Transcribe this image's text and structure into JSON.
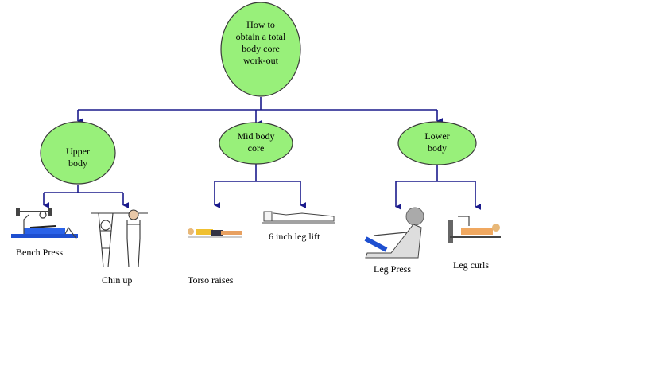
{
  "root": {
    "label": "How to obtain a total body core work-out"
  },
  "branches": [
    {
      "label": "Upper body"
    },
    {
      "label": "Mid body core"
    },
    {
      "label": "Lower body"
    }
  ],
  "exercises": {
    "bench_press": "Bench Press",
    "chin_up": "Chin up",
    "torso_raises": "Torso raises",
    "leg_lift": "6 inch leg lift",
    "leg_press": "Leg Press",
    "leg_curls": "Leg curls"
  },
  "colors": {
    "oval_fill": "#98f07a",
    "oval_stroke": "#3a3a3a",
    "connector": "#1a1a8c"
  }
}
